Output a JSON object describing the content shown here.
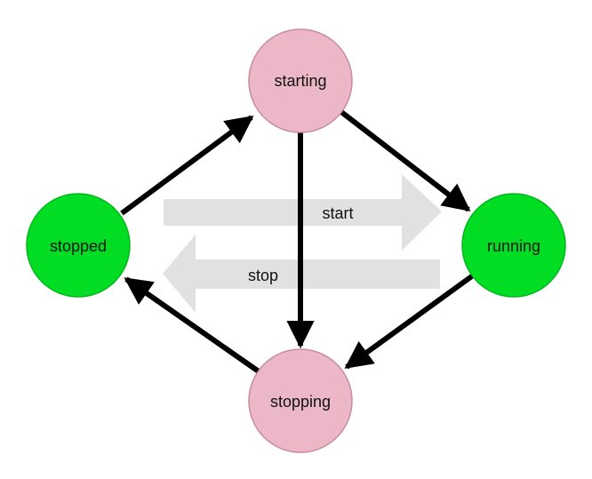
{
  "nodes": {
    "starting": {
      "label": "starting",
      "color": "#ecb8c8",
      "stroke": "#c98aa0"
    },
    "stopped": {
      "label": "stopped",
      "color": "#00dd22",
      "stroke": "#00b81c"
    },
    "running": {
      "label": "running",
      "color": "#00dd22",
      "stroke": "#00b81c"
    },
    "stopping": {
      "label": "stopping",
      "color": "#ecb8c8",
      "stroke": "#c98aa0"
    }
  },
  "flows": {
    "start": {
      "label": "start"
    },
    "stop": {
      "label": "stop"
    }
  },
  "colors": {
    "edge": "#000000",
    "flow_arrow": "#e1e1e1"
  }
}
